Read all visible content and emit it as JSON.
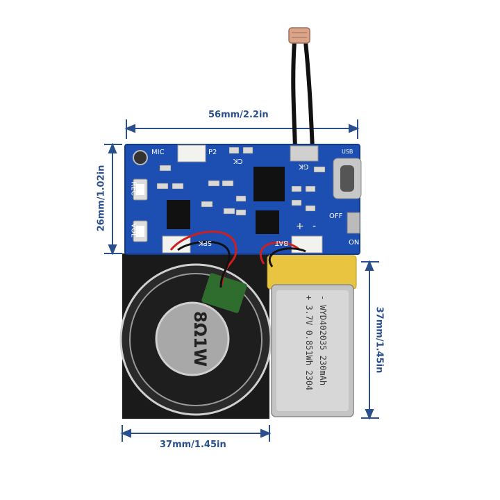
{
  "dimensions": {
    "top_width": "56mm/2.2in",
    "left_height": "26mm/1.02in",
    "right_height": "37mm/1.45in",
    "bottom_width": "37mm/1.45in"
  },
  "pcb_labels": {
    "mic": "MIC",
    "rec": "REC",
    "vol": "VOL",
    "spk": "SPK",
    "bat": "BAT",
    "ck": "CK",
    "gk": "GK",
    "usb": "USB",
    "off": "OFF",
    "on": "ON",
    "p2": "P2",
    "plus": "+",
    "minus": "-"
  },
  "speaker": {
    "marking": "8Ω1W"
  },
  "battery": {
    "line1": "- WYD402035  230mAh",
    "line2": "+ 3.7V 0.851Wh 2304"
  },
  "colors": {
    "dimension": "#2a4f8c",
    "pcb": "#1d4fb3",
    "foam": "#1a1a1a",
    "battery": "#e8c440"
  }
}
